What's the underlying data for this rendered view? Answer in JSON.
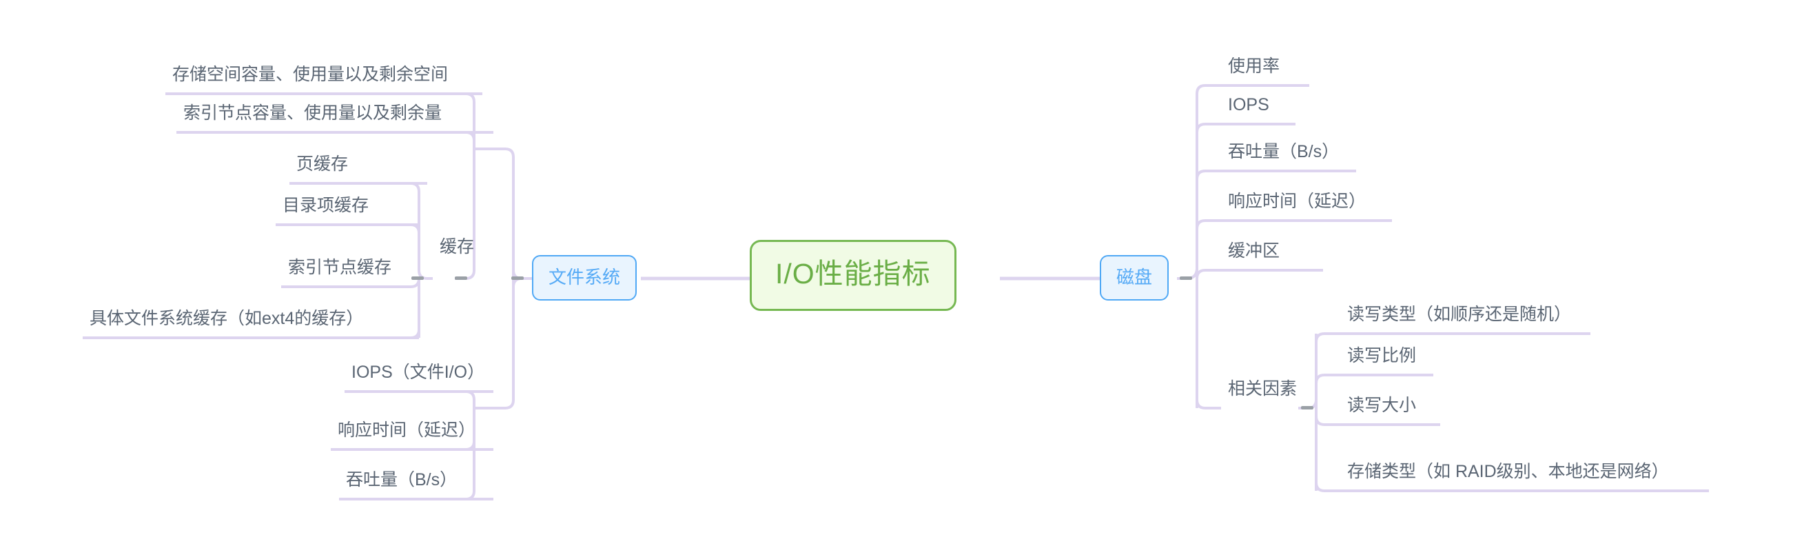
{
  "diagram": {
    "type": "mindmap",
    "title": "I/O性能指标",
    "colors": {
      "root_border": "#76b852",
      "root_fill": "#f1fbe5",
      "root_text": "#6aae46",
      "branch_border": "#4fa8f5",
      "branch_fill": "#e9f4fe",
      "branch_text": "#55aaf6",
      "connector": "#ddd4ef",
      "leaf_text": "#5a6573",
      "toggle": "#9aa0a6",
      "background": "#ffffff"
    },
    "root": {
      "label": "I/O性能指标"
    },
    "branches": [
      {
        "label": "文件系统",
        "side": "left",
        "children": [
          {
            "label": "存储空间容量、使用量以及剩余空间"
          },
          {
            "label": "索引节点容量、使用量以及剩余量"
          },
          {
            "label": "缓存",
            "children": [
              {
                "label": "页缓存"
              },
              {
                "label": "目录项缓存"
              },
              {
                "label": "索引节点缓存"
              },
              {
                "label": "具体文件系统缓存（如ext4的缓存）"
              }
            ]
          },
          {
            "label": "IOPS（文件I/O）"
          },
          {
            "label": "响应时间（延迟）"
          },
          {
            "label": "吞吐量（B/s）"
          }
        ]
      },
      {
        "label": "磁盘",
        "side": "right",
        "children": [
          {
            "label": "使用率"
          },
          {
            "label": "IOPS"
          },
          {
            "label": "吞吐量（B/s）"
          },
          {
            "label": "响应时间（延迟）"
          },
          {
            "label": "缓冲区"
          },
          {
            "label": "相关因素",
            "children": [
              {
                "label": "读写类型（如顺序还是随机）"
              },
              {
                "label": "读写比例"
              },
              {
                "label": "读写大小"
              },
              {
                "label": "存储类型（如 RAID级别、本地还是网络）"
              }
            ]
          }
        ]
      }
    ]
  }
}
